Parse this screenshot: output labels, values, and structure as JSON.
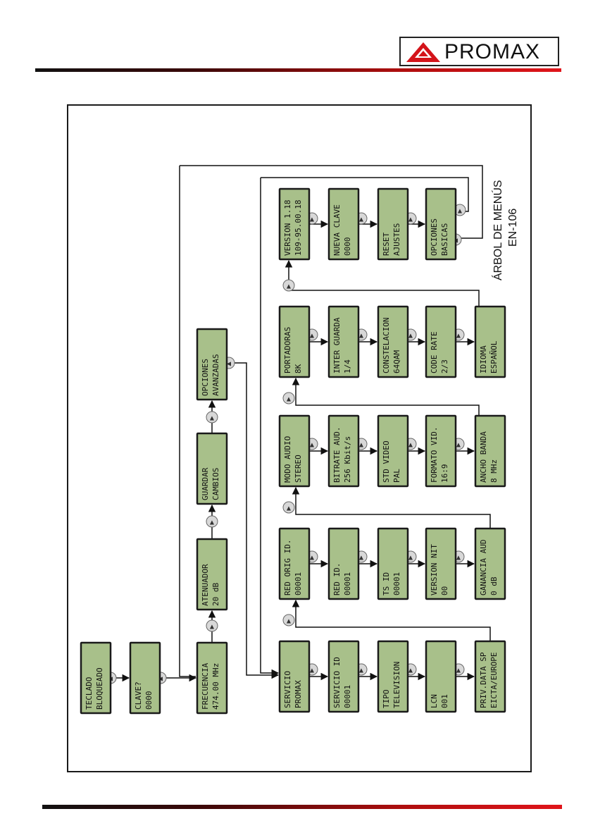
{
  "header": {
    "brand": "PROMAX"
  },
  "diagram": {
    "title": "ÁRBOL DE MENÚS",
    "subtitle": "EN-106",
    "colors": {
      "lcd": "#a8c08a",
      "lcd_border": "#1a1a1a",
      "button": "#d8d8d8",
      "accent": "#d4141a"
    },
    "screens": {
      "teclado": [
        "TECLADO",
        "BLOQUEADO"
      ],
      "clave": [
        "CLAVE?",
        "0000"
      ],
      "frecuencia": [
        "FRECUENCIA",
        "474.00 MHz"
      ],
      "atenuador": [
        "ATENUADOR",
        "20 dB"
      ],
      "guardar": [
        "GUARDAR",
        "CAMBIOS"
      ],
      "opciones_avanzadas": [
        "OPCIONES",
        "AVANZADAS"
      ],
      "servicio": [
        "SERVICIO",
        "PROMAX"
      ],
      "servicio_id": [
        "SERVICIO ID",
        "00001"
      ],
      "tipo": [
        "TIPO",
        "TELEVISION"
      ],
      "lcn": [
        "LCN",
        "001"
      ],
      "priv_data": [
        "PRIV.DATA SP",
        "EICTA/EUROPE"
      ],
      "red_orig": [
        "RED ORIG ID.",
        "00001"
      ],
      "red_id": [
        "RED ID.",
        "00001"
      ],
      "ts_id": [
        "TS ID",
        "00001"
      ],
      "version_nit": [
        "VERSION NIT",
        "00"
      ],
      "ganancia": [
        "GANANCIA AUD",
        "0 dB"
      ],
      "modo_audio": [
        "MODO AUDIO",
        "STEREO"
      ],
      "bitrate": [
        "BITRATE AUD.",
        "256 Kbit/s"
      ],
      "std_video": [
        "STD VIDEO",
        "PAL"
      ],
      "formato": [
        "FORMATO VID.",
        "16:9"
      ],
      "ancho_banda": [
        "ANCHO BANDA",
        "8 MHz"
      ],
      "portadoras": [
        "PORTADORAS",
        "8K"
      ],
      "inter_guarda": [
        "INTER GUARDA",
        "1/4"
      ],
      "constelacion": [
        "CONSTELACION",
        "64QAM"
      ],
      "code_rate": [
        "CODE RATE",
        "2/3"
      ],
      "idioma": [
        "IDIOMA",
        "ESPAÑOL"
      ],
      "version": [
        "VERSION 1.18",
        "109-95.00.18"
      ],
      "nueva_clave": [
        "NUEVA CLAVE",
        "0000"
      ],
      "reset": [
        "RESET",
        "AJUSTES"
      ],
      "opciones_basicas": [
        "OPCIONES",
        "BASICAS"
      ]
    }
  }
}
